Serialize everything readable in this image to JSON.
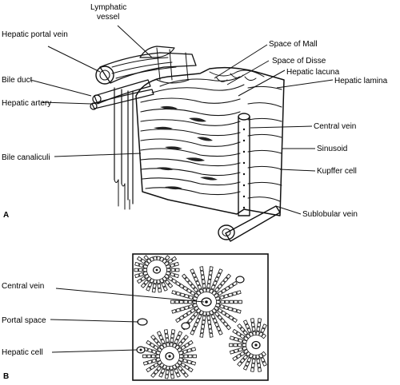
{
  "panels": {
    "a": "A",
    "b": "B"
  },
  "labels_a": {
    "lymphatic_vessel_line1": "Lymphatic",
    "lymphatic_vessel_line2": "vessel",
    "hepatic_portal_vein": "Hepatic portal vein",
    "bile_duct": "Bile duct",
    "hepatic_artery": "Hepatic artery",
    "bile_canaliculi": "Bile canaliculi",
    "space_of_mall": "Space of Mall",
    "space_of_disse": "Space of Disse",
    "hepatic_lacuna": "Hepatic lacuna",
    "hepatic_lamina": "Hepatic lamina",
    "central_vein": "Central vein",
    "sinusoid": "Sinusoid",
    "kupffer_cell": "Kupffer cell",
    "sublobular_vein": "Sublobular vein"
  },
  "labels_b": {
    "central_vein": "Central vein",
    "portal_space": "Portal space",
    "hepatic_cell": "Hepatic cell"
  }
}
